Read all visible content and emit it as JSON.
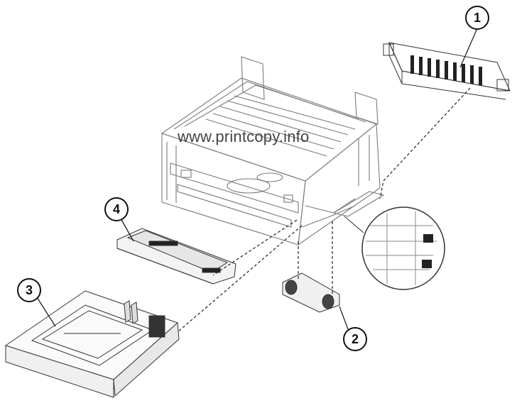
{
  "watermark": "www.printcopy.info",
  "callouts": [
    {
      "number": "1",
      "part": "upper-assembly"
    },
    {
      "number": "2",
      "part": "pick-roller"
    },
    {
      "number": "3",
      "part": "paper-tray"
    },
    {
      "number": "4",
      "part": "manual-feeder"
    }
  ],
  "colors": {
    "line": "#6b6b6b",
    "detail": "#9a9a9a",
    "dark": "#222222"
  }
}
